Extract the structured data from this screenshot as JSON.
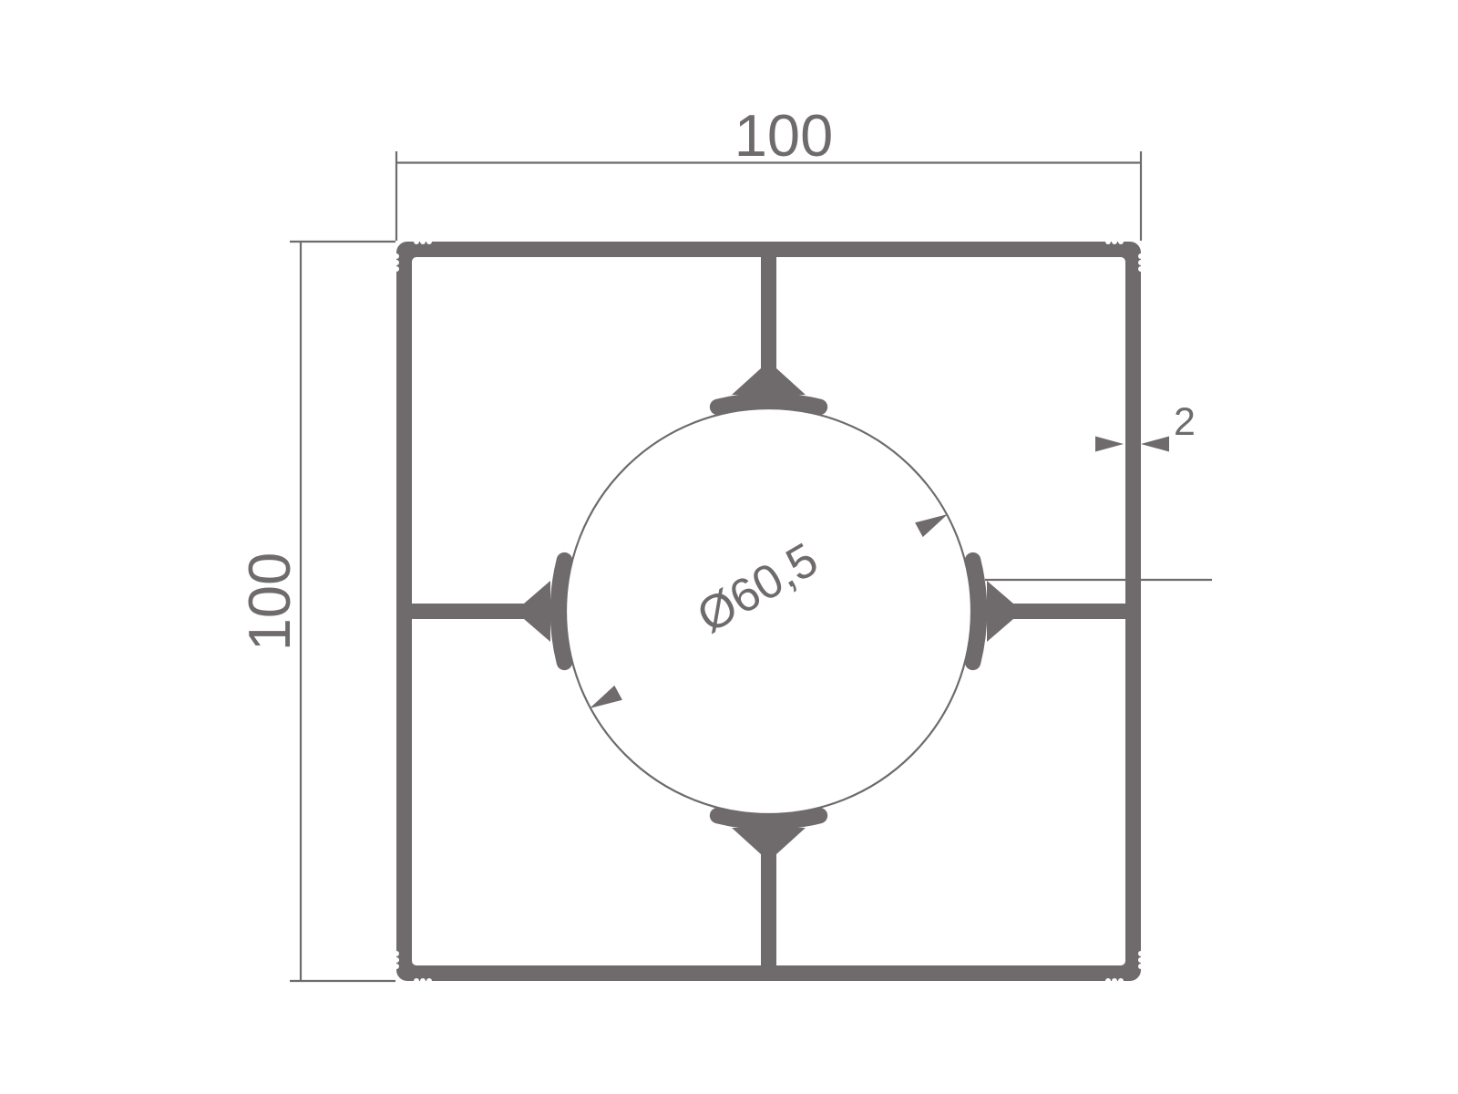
{
  "colors": {
    "line_gray": "#6f6b6c",
    "background": "#ffffff"
  },
  "dimensions": {
    "width": {
      "label": "100"
    },
    "height": {
      "label": "100"
    },
    "wall_thickness": {
      "label": "2"
    },
    "bore_diameter": {
      "label": "Ø60,5"
    }
  }
}
